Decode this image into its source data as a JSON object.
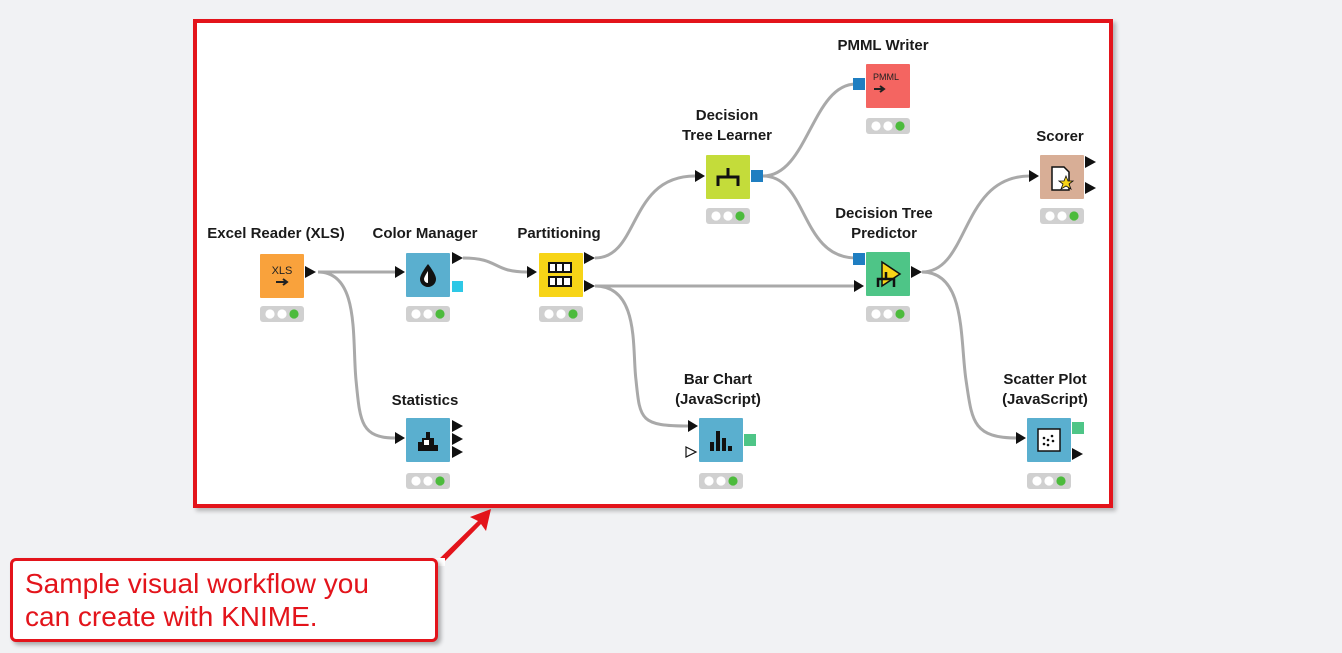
{
  "callout": {
    "line1": "Sample visual workflow you",
    "line2": "can create with KNIME."
  },
  "nodes": {
    "excel_reader": {
      "label": "Excel Reader (XLS)",
      "icon_text": "XLS",
      "color": "#f9a23c"
    },
    "color_manager": {
      "label": "Color Manager",
      "color": "#5aafcf"
    },
    "statistics": {
      "label": "Statistics",
      "color": "#5aafcf"
    },
    "partitioning": {
      "label": "Partitioning",
      "color": "#f7d417"
    },
    "decision_tree_learner": {
      "label_line1": "Decision",
      "label_line2": "Tree Learner",
      "color": "#c4dc3a"
    },
    "pmml_writer": {
      "label": "PMML Writer",
      "icon_text": "PMML",
      "color": "#f46561"
    },
    "decision_tree_predictor": {
      "label_line1": "Decision Tree",
      "label_line2": "Predictor",
      "color": "#4ec587"
    },
    "bar_chart": {
      "label_line1": "Bar Chart",
      "label_line2": "(JavaScript)",
      "color": "#5aafcf"
    },
    "scorer": {
      "label": "Scorer",
      "color": "#d8ae96"
    },
    "scatter_plot": {
      "label_line1": "Scatter Plot",
      "label_line2": "(JavaScript)",
      "color": "#5aafcf"
    }
  },
  "colors": {
    "frame_border": "#e3141b",
    "connection": "#a9a9a9",
    "status_green": "#4cbb3c",
    "port_blue": "#1f7ec1",
    "port_cyan": "#2ec8e6",
    "port_green": "#4ec587"
  }
}
